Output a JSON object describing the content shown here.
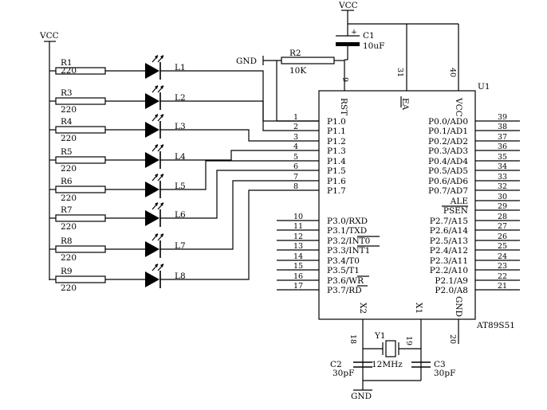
{
  "power": {
    "vcc_left": "VCC",
    "vcc_top": "VCC",
    "gnd_left": "GND",
    "gnd_bottom": "GND"
  },
  "chip": {
    "ref": "U1",
    "part": "AT89S51",
    "top_pins": [
      {
        "name": "RST",
        "num": "9"
      },
      {
        "name": "EA",
        "num": "31"
      },
      {
        "name": "VCC",
        "num": "40"
      }
    ],
    "bottom_pins": [
      {
        "name": "X2",
        "num": "18"
      },
      {
        "name": "X1",
        "num": "19"
      },
      {
        "name": "GND",
        "num": "20"
      }
    ],
    "left_pins": [
      {
        "num": "1",
        "name": "P1.0"
      },
      {
        "num": "2",
        "name": "P1.1"
      },
      {
        "num": "3",
        "name": "P1.2"
      },
      {
        "num": "4",
        "name": "P1.3"
      },
      {
        "num": "5",
        "name": "P1.4"
      },
      {
        "num": "6",
        "name": "P1.5"
      },
      {
        "num": "7",
        "name": "P1.6"
      },
      {
        "num": "8",
        "name": "P1.7"
      },
      {
        "num": "10",
        "name": "P3.0/RXD"
      },
      {
        "num": "11",
        "name": "P3.1/TXD"
      },
      {
        "num": "12",
        "name": "P3.2/INT0"
      },
      {
        "num": "13",
        "name": "P3.3/INT1"
      },
      {
        "num": "14",
        "name": "P3.4/T0"
      },
      {
        "num": "15",
        "name": "P3.5/T1"
      },
      {
        "num": "16",
        "name": "P3.6/WR"
      },
      {
        "num": "17",
        "name": "P3.7/RD"
      }
    ],
    "right_pins": [
      {
        "num": "39",
        "name": "P0.0/AD0"
      },
      {
        "num": "38",
        "name": "P0.1/AD1"
      },
      {
        "num": "37",
        "name": "P0.2/AD2"
      },
      {
        "num": "36",
        "name": "P0.3/AD3"
      },
      {
        "num": "35",
        "name": "P0.4/AD4"
      },
      {
        "num": "34",
        "name": "P0.5/AD5"
      },
      {
        "num": "33",
        "name": "P0.6/AD6"
      },
      {
        "num": "32",
        "name": "P0.7/AD7"
      },
      {
        "num": "30",
        "name": "ALE"
      },
      {
        "num": "29",
        "name": "PSEN"
      },
      {
        "num": "28",
        "name": "P2.7/A15"
      },
      {
        "num": "27",
        "name": "P2.6/A14"
      },
      {
        "num": "26",
        "name": "P2.5/A13"
      },
      {
        "num": "25",
        "name": "P2.4/A12"
      },
      {
        "num": "24",
        "name": "P2.3/A11"
      },
      {
        "num": "23",
        "name": "P2.2/A10"
      },
      {
        "num": "22",
        "name": "P2.1/A9"
      },
      {
        "num": "21",
        "name": "P2.0/A8"
      }
    ]
  },
  "resistors": [
    {
      "ref": "R1",
      "value": "220"
    },
    {
      "ref": "R3",
      "value": "220"
    },
    {
      "ref": "R4",
      "value": "220"
    },
    {
      "ref": "R5",
      "value": "220"
    },
    {
      "ref": "R6",
      "value": "220"
    },
    {
      "ref": "R7",
      "value": "220"
    },
    {
      "ref": "R8",
      "value": "220"
    },
    {
      "ref": "R9",
      "value": "220"
    }
  ],
  "leds": [
    "L1",
    "L2",
    "L3",
    "L4",
    "L5",
    "L6",
    "L7",
    "L8"
  ],
  "reset": {
    "r_ref": "R2",
    "r_value": "10K",
    "c_ref": "C1",
    "c_value": "10uF",
    "c_polarity": "+"
  },
  "crystal": {
    "ref": "Y1",
    "value": "12MHz",
    "c2_ref": "C2",
    "c2_value": "30pF",
    "c3_ref": "C3",
    "c3_value": "30pF"
  }
}
